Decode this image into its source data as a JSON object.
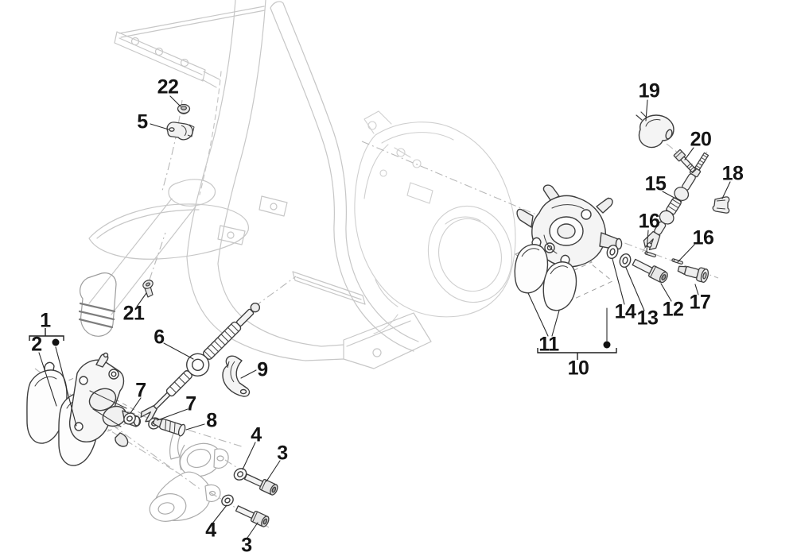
{
  "diagram": {
    "background_color": "#ffffff",
    "ghost_line_color": "#c7c7c7",
    "part_line_color": "#3e3e3e",
    "label_color": "#141414",
    "callouts": [
      {
        "label": "22"
      },
      {
        "label": "5"
      },
      {
        "label": "21"
      },
      {
        "label": "1"
      },
      {
        "label": "2"
      },
      {
        "label": "6"
      },
      {
        "label": "9"
      },
      {
        "label": "7"
      },
      {
        "label": "7"
      },
      {
        "label": "8"
      },
      {
        "label": "4"
      },
      {
        "label": "3"
      },
      {
        "label": "4"
      },
      {
        "label": "3"
      },
      {
        "label": "19"
      },
      {
        "label": "20"
      },
      {
        "label": "18"
      },
      {
        "label": "15"
      },
      {
        "label": "16"
      },
      {
        "label": "16"
      },
      {
        "label": "14"
      },
      {
        "label": "13"
      },
      {
        "label": "12"
      },
      {
        "label": "17"
      },
      {
        "label": "11"
      },
      {
        "label": "10"
      }
    ]
  }
}
